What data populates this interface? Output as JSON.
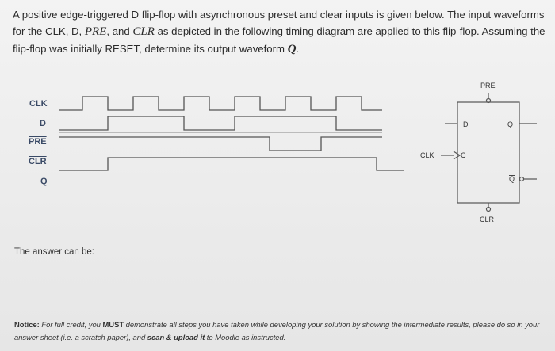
{
  "question": {
    "part1": "A positive edge-triggered D flip-flop with asynchronous preset and clear inputs is given below. The input waveforms for the CLK, D, ",
    "pre": "PRE",
    "part2": ", and ",
    "clr": "CLR",
    "part3": " as depicted in the following timing diagram are applied to this flip-flop. Assuming the flip-flop was initially RESET, determine its output waveform ",
    "q": "Q",
    "part4": "."
  },
  "signals": {
    "clk": "CLK",
    "d": "D",
    "pre": "PRE",
    "clr": "CLR",
    "q": "Q"
  },
  "flipflop": {
    "pre": "PRE",
    "d": "D",
    "q": "Q",
    "c": "C",
    "qbar": "Q",
    "clr": "CLR",
    "clk": "CLK"
  },
  "answer": "The answer can be:",
  "notice": {
    "label": "Notice:",
    "text1": " For full credit, you ",
    "must": "MUST",
    "text2": " demonstrate all steps you have taken while developing your solution by showing the intermediate results, please do so in your answer sheet (i.e. a scratch paper), and ",
    "link": "scan & upload it",
    "text3": " to Moodle as instructed."
  }
}
